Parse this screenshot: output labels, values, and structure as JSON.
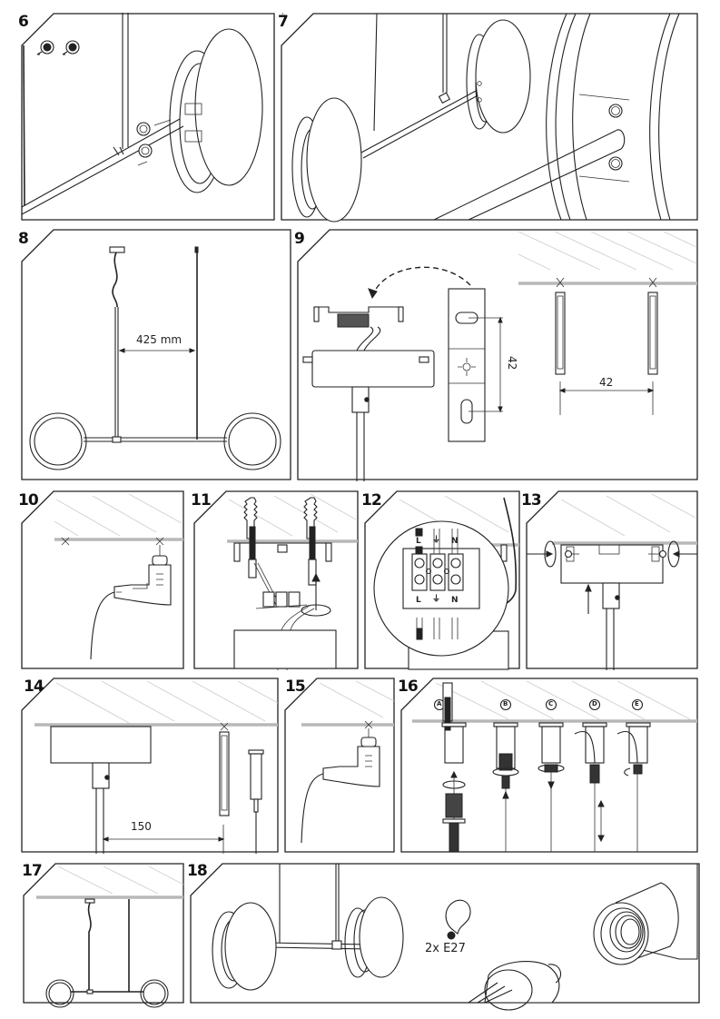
{
  "document": {
    "type": "assembly-instructions",
    "subject": "pendant lamp with two disc shades"
  },
  "steps": [
    {
      "number": "6",
      "description": "Attach knobs to bar and secure disc shade"
    },
    {
      "number": "7",
      "description": "Assembled bar with both disc shades (detail of knob connection)"
    },
    {
      "number": "8",
      "description": "Suspension layout",
      "dimension_label": "425 mm"
    },
    {
      "number": "9",
      "description": "Mounting bracket removed from canopy",
      "bracket_dimension": "42",
      "hole_spacing": "42"
    },
    {
      "number": "10",
      "description": "Drill holes at marked positions"
    },
    {
      "number": "11",
      "description": "Insert wall plugs, screw bracket to ceiling, connect wires"
    },
    {
      "number": "12",
      "description": "Wiring terminal block",
      "terminal_labels_top": [
        "L",
        "⏚",
        "N"
      ],
      "terminal_labels_bottom": [
        "L",
        "⏚",
        "N"
      ]
    },
    {
      "number": "13",
      "description": "Push canopy up and tighten side screws"
    },
    {
      "number": "14",
      "description": "Mark second suspension point",
      "dimension_label": "150"
    },
    {
      "number": "15",
      "description": "Drill hole for second suspension"
    },
    {
      "number": "16",
      "description": "Mount cable suspension",
      "substeps": [
        "A",
        "B",
        "C",
        "D",
        "E"
      ]
    },
    {
      "number": "17",
      "description": "Finished hanging lamp"
    },
    {
      "number": "18",
      "description": "Insert bulbs",
      "bulb_label": "2x E27"
    }
  ]
}
